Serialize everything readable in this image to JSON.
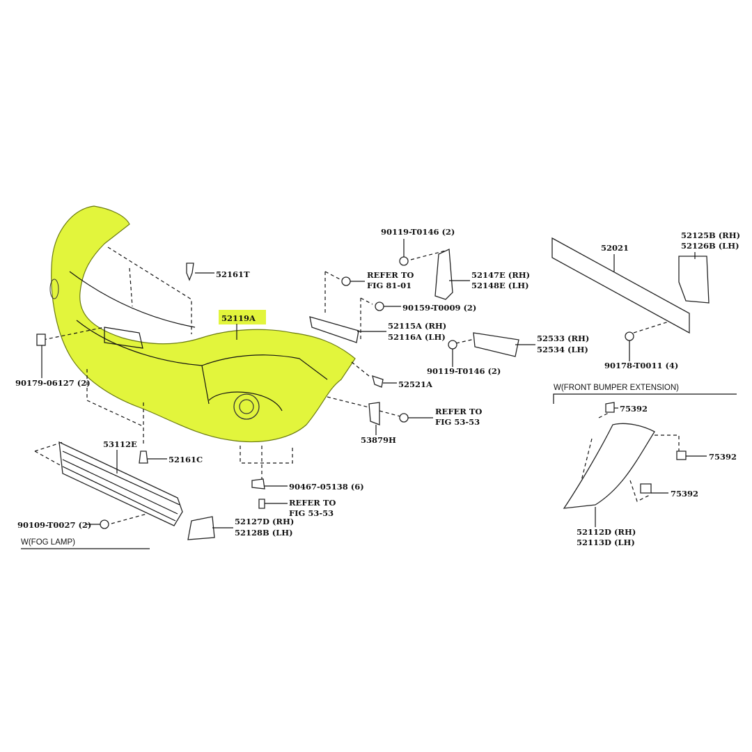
{
  "diagram": {
    "highlight_color": "#e2f53c",
    "labels": {
      "bumper_cover": "52119A",
      "clip_top": "52161T",
      "clip_left": "90179-06127 (2)",
      "grille": "53112E",
      "clip_lower": "52161C",
      "screw_grille": "90109-T0027 (2)",
      "fog_lamp_section": "W(FOG LAMP)",
      "fog_cover_rh": "52127D (RH)",
      "fog_cover_lh": "52128B (LH)",
      "nut_lower": "90467-05138 (6)",
      "refer_lower_1": "REFER TO",
      "refer_lower_2": "FIG 53-53",
      "bracket_lower": "53879H",
      "clip_side": "52521A",
      "refer_side_1": "REFER TO",
      "refer_side_2": "FIG 53-53",
      "bolt_top": "90119-T0146 (2)",
      "refer_top_1": "REFER TO",
      "refer_top_2": "FIG 81-01",
      "screw_top": "90159-T0009 (2)",
      "support_rh": "52147E (RH)",
      "support_lh": "52148E (LH)",
      "retainer_rh": "52115A (RH)",
      "retainer_lh": "52116A (LH)",
      "bracket_rh": "52533 (RH)",
      "bracket_lh": "52534 (LH)",
      "bolt_bracket": "90119-T0146 (2)",
      "reinforcement": "52021",
      "arm_rh": "52125B (RH)",
      "arm_lh": "52126B (LH)",
      "nut_reinf": "90178-T0011 (4)",
      "extension_section": "W(FRONT BUMPER EXTENSION)",
      "clip_ext_1": "75392",
      "clip_ext_2": "75392",
      "clip_ext_3": "75392",
      "extension_rh": "52112D (RH)",
      "extension_lh": "52113D (LH)"
    }
  }
}
